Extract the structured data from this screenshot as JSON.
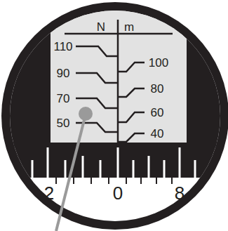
{
  "diagram": {
    "labels": [
      "N",
      "m",
      "110",
      "90",
      "70",
      "50",
      "100",
      "80",
      "60",
      "40",
      "2",
      "0",
      "8"
    ]
  }
}
